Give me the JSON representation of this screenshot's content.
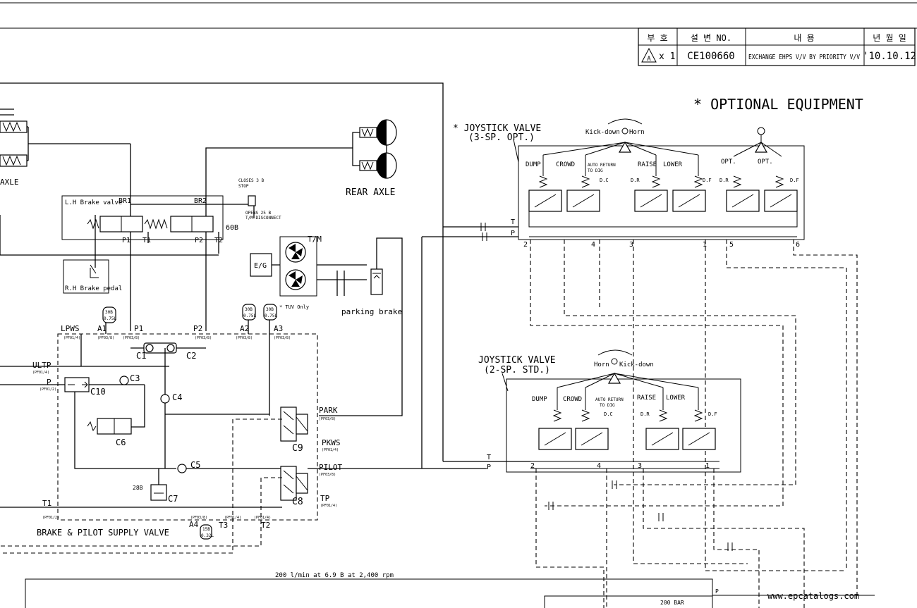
{
  "revision_table": {
    "headers": [
      "부 호",
      "설 변 NO.",
      "내 용",
      "년 월 일"
    ],
    "row": {
      "mark": "x 1",
      "change_no": "CE100660",
      "content": "EXCHANGE EHPS V/V BY PRIORITY V/V",
      "date": "'10.10.12"
    }
  },
  "labels": {
    "optional_equipment": "* OPTIONAL EQUIPMENT",
    "joystick_3sp_title": "* JOYSTICK VALVE",
    "joystick_3sp_sub": "(3-SP. OPT.)",
    "joystick_2sp_title": "JOYSTICK VALVE",
    "joystick_2sp_sub": "(2-SP. STD.)",
    "kickdown_horn": "Kick-down",
    "horn": "Horn",
    "horn2": "Horn",
    "kickdown2": "Kick-down",
    "dump": "DUMP",
    "crowd": "CROWD",
    "auto_return": "AUTO RETURN",
    "to_dig": "TO DIG",
    "raise": "RAISE",
    "lower": "LOWER",
    "opt": "OPT.",
    "dc": "D.C",
    "dr": "D.R",
    "df": "D.F",
    "rear_axle": "REAR AXLE",
    "axle": "AXLE",
    "lh_brake_valve": "L.H Brake valve",
    "rh_brake_pedal": "R.H Brake pedal",
    "br1": "BR1",
    "br2": "BR2",
    "p1": "P1",
    "t1": "T1",
    "p2": "P2",
    "t2": "T2",
    "closes": "CLOSES 3 B",
    "stop": "STOP",
    "opens": "OPENS 25 B",
    "tm_disconnect": "T/M DISCONNECT",
    "b60": "60B",
    "tm": "T/M",
    "eg": "E/G",
    "parking_brake": "parking brake",
    "b30": "30B",
    "l075": "0.75L",
    "tuv_only": "* TUV Only",
    "lpws": "LPWS",
    "a1": "A1",
    "a2": "A2",
    "a3": "A3",
    "a4": "A4",
    "ultp": "ULTP",
    "p": "P",
    "c1": "C1",
    "c2": "C2",
    "c3": "C3",
    "c4": "C4",
    "c5": "C5",
    "c6": "C6",
    "c7": "C7",
    "c8": "C8",
    "c9": "C9",
    "c10": "C10",
    "b28": "28B",
    "b15": "15B",
    "l032": "0.32L",
    "park": "PARK",
    "pkws": "PKWS",
    "pilot": "PILOT",
    "tp": "TP",
    "t3": "T3",
    "t": "T",
    "pf01_4": "(PF01/4)",
    "pf03_8": "(PF03/8)",
    "pf01_2": "(PF01/2)",
    "brake_pilot_supply": "BRAKE & PILOT SUPPLY VALVE",
    "flow_spec": "200 l/min  at 6.9 B at 2,400 rpm",
    "bar200": "200 BAR",
    "port_1": "1",
    "port_2": "2",
    "port_3": "3",
    "port_4": "4",
    "port_5": "5",
    "port_6": "6",
    "watermark": "www.epcatalogs.com"
  }
}
